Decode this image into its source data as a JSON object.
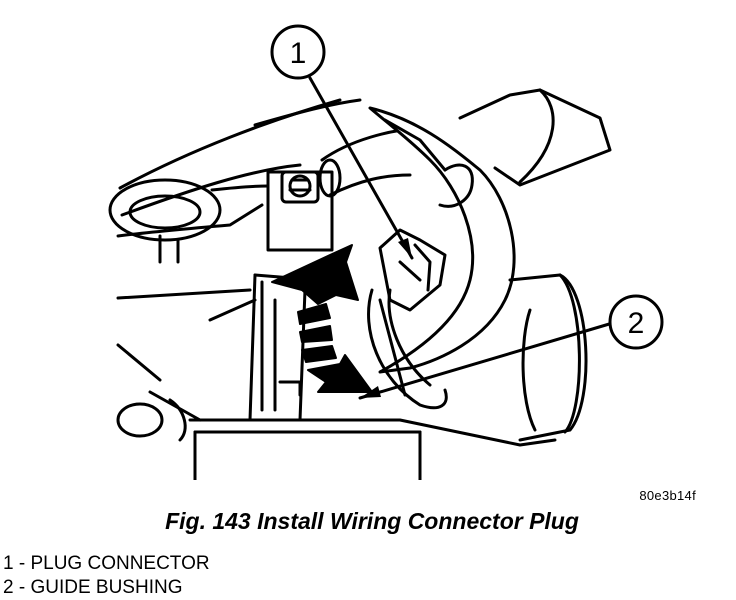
{
  "figure": {
    "image_code": "80e3b14f",
    "caption": "Fig. 143 Install Wiring Connector Plug"
  },
  "callouts": [
    {
      "number": "1"
    },
    {
      "number": "2"
    }
  ],
  "legend": [
    {
      "text": "1 - PLUG CONNECTOR"
    },
    {
      "text": "2 - GUIDE BUSHING"
    }
  ]
}
